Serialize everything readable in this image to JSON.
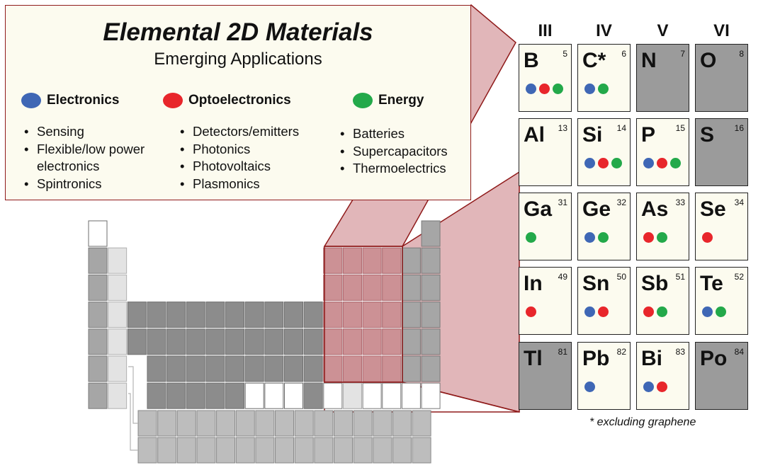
{
  "legend": {
    "title": "Elemental 2D Materials",
    "subtitle": "Emerging Applications",
    "categories": [
      {
        "label": "Electronics",
        "color": "#3f67b5",
        "items": [
          "Sensing",
          "Flexible/low power",
          "electronics",
          "Spintronics"
        ]
      },
      {
        "label": "Optoelectronics",
        "color": "#e8262b",
        "items": [
          "Detectors/emitters",
          "Photonics",
          "Photovoltaics",
          "Plasmonics"
        ]
      },
      {
        "label": "Energy",
        "color": "#23a94a",
        "items": [
          "Batteries",
          "Supercapacitors",
          "Thermoelectrics"
        ]
      }
    ]
  },
  "groups": [
    "III",
    "IV",
    "V",
    "VI"
  ],
  "elements": [
    {
      "symbol": "B",
      "number": "5",
      "grey": false,
      "apps": [
        "e",
        "o",
        "n"
      ]
    },
    {
      "symbol": "C*",
      "number": "6",
      "grey": false,
      "apps": [
        "e",
        "n"
      ]
    },
    {
      "symbol": "N",
      "number": "7",
      "grey": true,
      "apps": []
    },
    {
      "symbol": "O",
      "number": "8",
      "grey": true,
      "apps": []
    },
    {
      "symbol": "Al",
      "number": "13",
      "grey": false,
      "apps": []
    },
    {
      "symbol": "Si",
      "number": "14",
      "grey": false,
      "apps": [
        "e",
        "o",
        "n"
      ]
    },
    {
      "symbol": "P",
      "number": "15",
      "grey": false,
      "apps": [
        "e",
        "o",
        "n"
      ]
    },
    {
      "symbol": "S",
      "number": "16",
      "grey": true,
      "apps": []
    },
    {
      "symbol": "Ga",
      "number": "31",
      "grey": false,
      "apps": [
        "n"
      ]
    },
    {
      "symbol": "Ge",
      "number": "32",
      "grey": false,
      "apps": [
        "e",
        "n"
      ]
    },
    {
      "symbol": "As",
      "number": "33",
      "grey": false,
      "apps": [
        "o",
        "n"
      ]
    },
    {
      "symbol": "Se",
      "number": "34",
      "grey": false,
      "apps": [
        "o"
      ]
    },
    {
      "symbol": "In",
      "number": "49",
      "grey": false,
      "apps": [
        "o"
      ]
    },
    {
      "symbol": "Sn",
      "number": "50",
      "grey": false,
      "apps": [
        "e",
        "o"
      ]
    },
    {
      "symbol": "Sb",
      "number": "51",
      "grey": false,
      "apps": [
        "o",
        "n"
      ]
    },
    {
      "symbol": "Te",
      "number": "52",
      "grey": false,
      "apps": [
        "e",
        "n"
      ]
    },
    {
      "symbol": "Tl",
      "number": "81",
      "grey": true,
      "apps": []
    },
    {
      "symbol": "Pb",
      "number": "82",
      "grey": false,
      "apps": [
        "e"
      ]
    },
    {
      "symbol": "Bi",
      "number": "83",
      "grey": false,
      "apps": [
        "e",
        "o"
      ]
    },
    {
      "symbol": "Po",
      "number": "84",
      "grey": true,
      "apps": []
    }
  ],
  "footnote": "* excluding graphene",
  "colors": {
    "electronics": "#3f67b5",
    "optoelectronics": "#e8262b",
    "energy": "#23a94a",
    "highlight": "#d88a8f",
    "outline": "#8f1a1a"
  }
}
